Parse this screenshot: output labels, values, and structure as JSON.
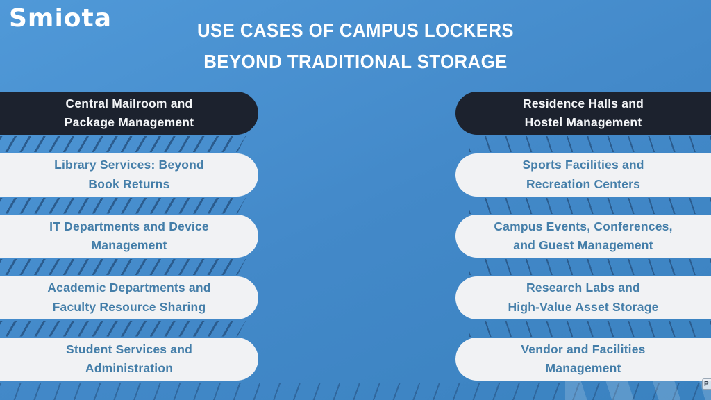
{
  "brand": {
    "name": "Smiota"
  },
  "header": {
    "title_line1": "USE CASES OF CAMPUS LOCKERS",
    "title_line2": "BEYOND TRADITIONAL STORAGE"
  },
  "colors": {
    "background_top": "#5099D8",
    "background_bottom": "#3A82C0",
    "dark_pill": "#1C222E",
    "light_pill": "#F1F2F4",
    "pill_text_blue": "#447EA9",
    "pill_text_light": "#F4F6F8",
    "hatch_line": "#2B5C8E"
  },
  "left_column": {
    "items": [
      {
        "line1": "Central Mailroom and",
        "line2": "Package Management",
        "style": "dark"
      },
      {
        "line1": "Library Services: Beyond",
        "line2": "Book Returns",
        "style": "light"
      },
      {
        "line1": "IT Departments and Device",
        "line2": "Management",
        "style": "light"
      },
      {
        "line1": "Academic Departments and",
        "line2": "Faculty Resource Sharing",
        "style": "light"
      },
      {
        "line1": "Student Services and",
        "line2": "Administration",
        "style": "light"
      }
    ]
  },
  "right_column": {
    "items": [
      {
        "line1": "Residence Halls and",
        "line2": "Hostel Management",
        "style": "dark"
      },
      {
        "line1": "Sports Facilities and",
        "line2": "Recreation Centers",
        "style": "light"
      },
      {
        "line1": "Campus Events, Conferences,",
        "line2": "and Guest Management",
        "style": "light"
      },
      {
        "line1": "Research Labs and",
        "line2": "High-Value Asset Storage",
        "style": "light"
      },
      {
        "line1": "Vendor and Facilities",
        "line2": "Management",
        "style": "light"
      }
    ]
  },
  "watermark": {
    "glyph": "P"
  }
}
